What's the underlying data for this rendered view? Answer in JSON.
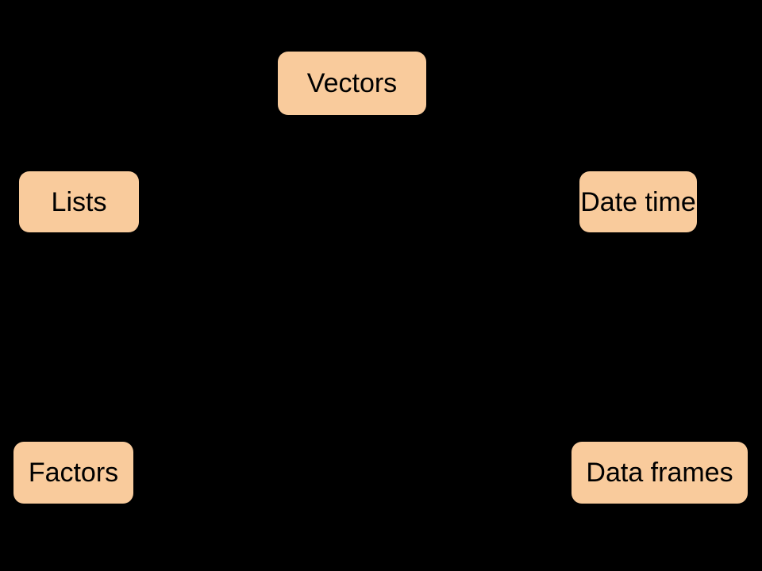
{
  "colors": {
    "background": "#000000",
    "box_fill": "#F9CB9C",
    "box_text": "#000000"
  },
  "diagram": {
    "nodes": [
      {
        "id": "vectors",
        "label": "Vectors"
      },
      {
        "id": "lists",
        "label": "Lists"
      },
      {
        "id": "date-time",
        "label": "Date time"
      },
      {
        "id": "factors",
        "label": "Factors"
      },
      {
        "id": "data-frames",
        "label": "Data frames"
      }
    ]
  }
}
